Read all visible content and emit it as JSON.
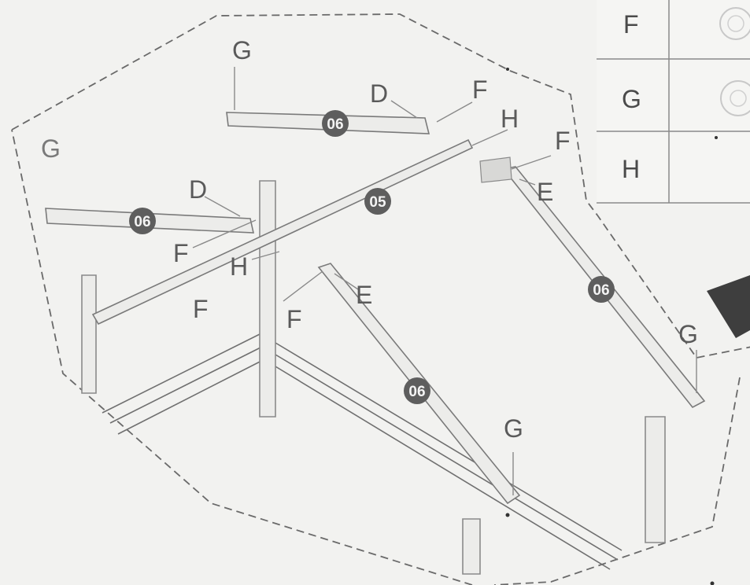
{
  "table": {
    "rows": [
      {
        "letter": "F"
      },
      {
        "letter": "G"
      },
      {
        "letter": "H"
      }
    ]
  },
  "labels": {
    "g1": "G",
    "g2": "G",
    "g3": "G",
    "g4": "G",
    "d1": "D",
    "d2": "D",
    "f1": "F",
    "f2": "F",
    "f3": "F",
    "f4": "F",
    "f5": "F",
    "h1": "H",
    "h2": "H",
    "e1": "E",
    "e2": "E"
  },
  "badges": {
    "b1": "06",
    "b2": "06",
    "b3": "05",
    "b4": "06",
    "b5": "06"
  }
}
